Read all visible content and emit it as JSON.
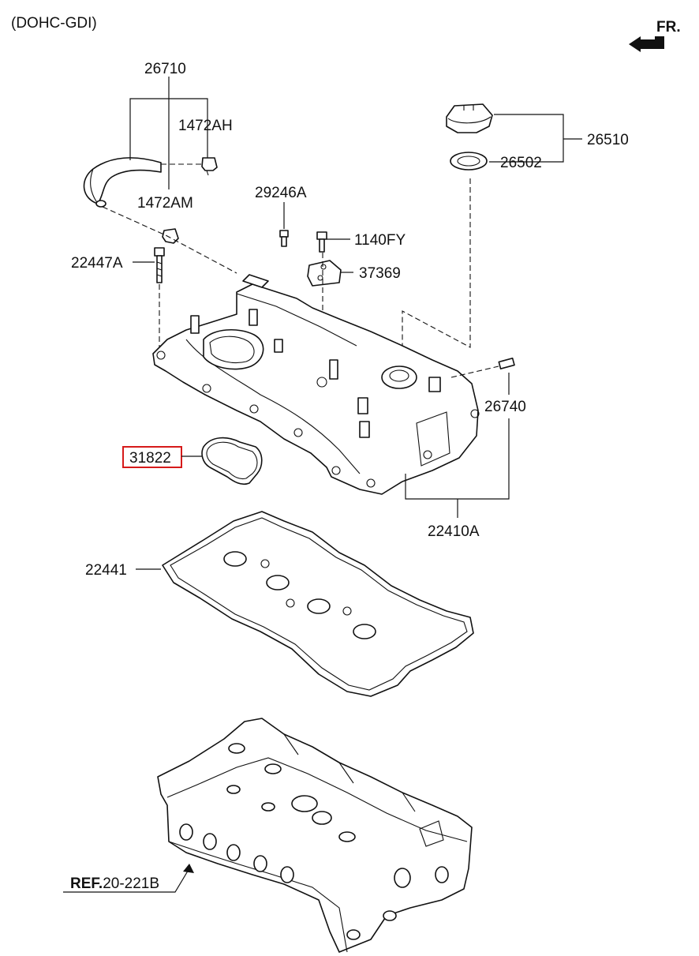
{
  "header": {
    "variant": "(DOHC-GDI)",
    "direction": "FR."
  },
  "highlight_color": "#d61a1a",
  "parts": {
    "p26710": "26710",
    "p1472AH": "1472AH",
    "p1472AM": "1472AM",
    "p29246A": "29246A",
    "p1140FY": "1140FY",
    "p22447A": "22447A",
    "p37369": "37369",
    "p26510": "26510",
    "p26502": "26502",
    "p26740": "26740",
    "p31822": "31822",
    "p22410A": "22410A",
    "p22441": "22441"
  },
  "reference": {
    "prefix": "REF.",
    "code": "20-221B"
  }
}
